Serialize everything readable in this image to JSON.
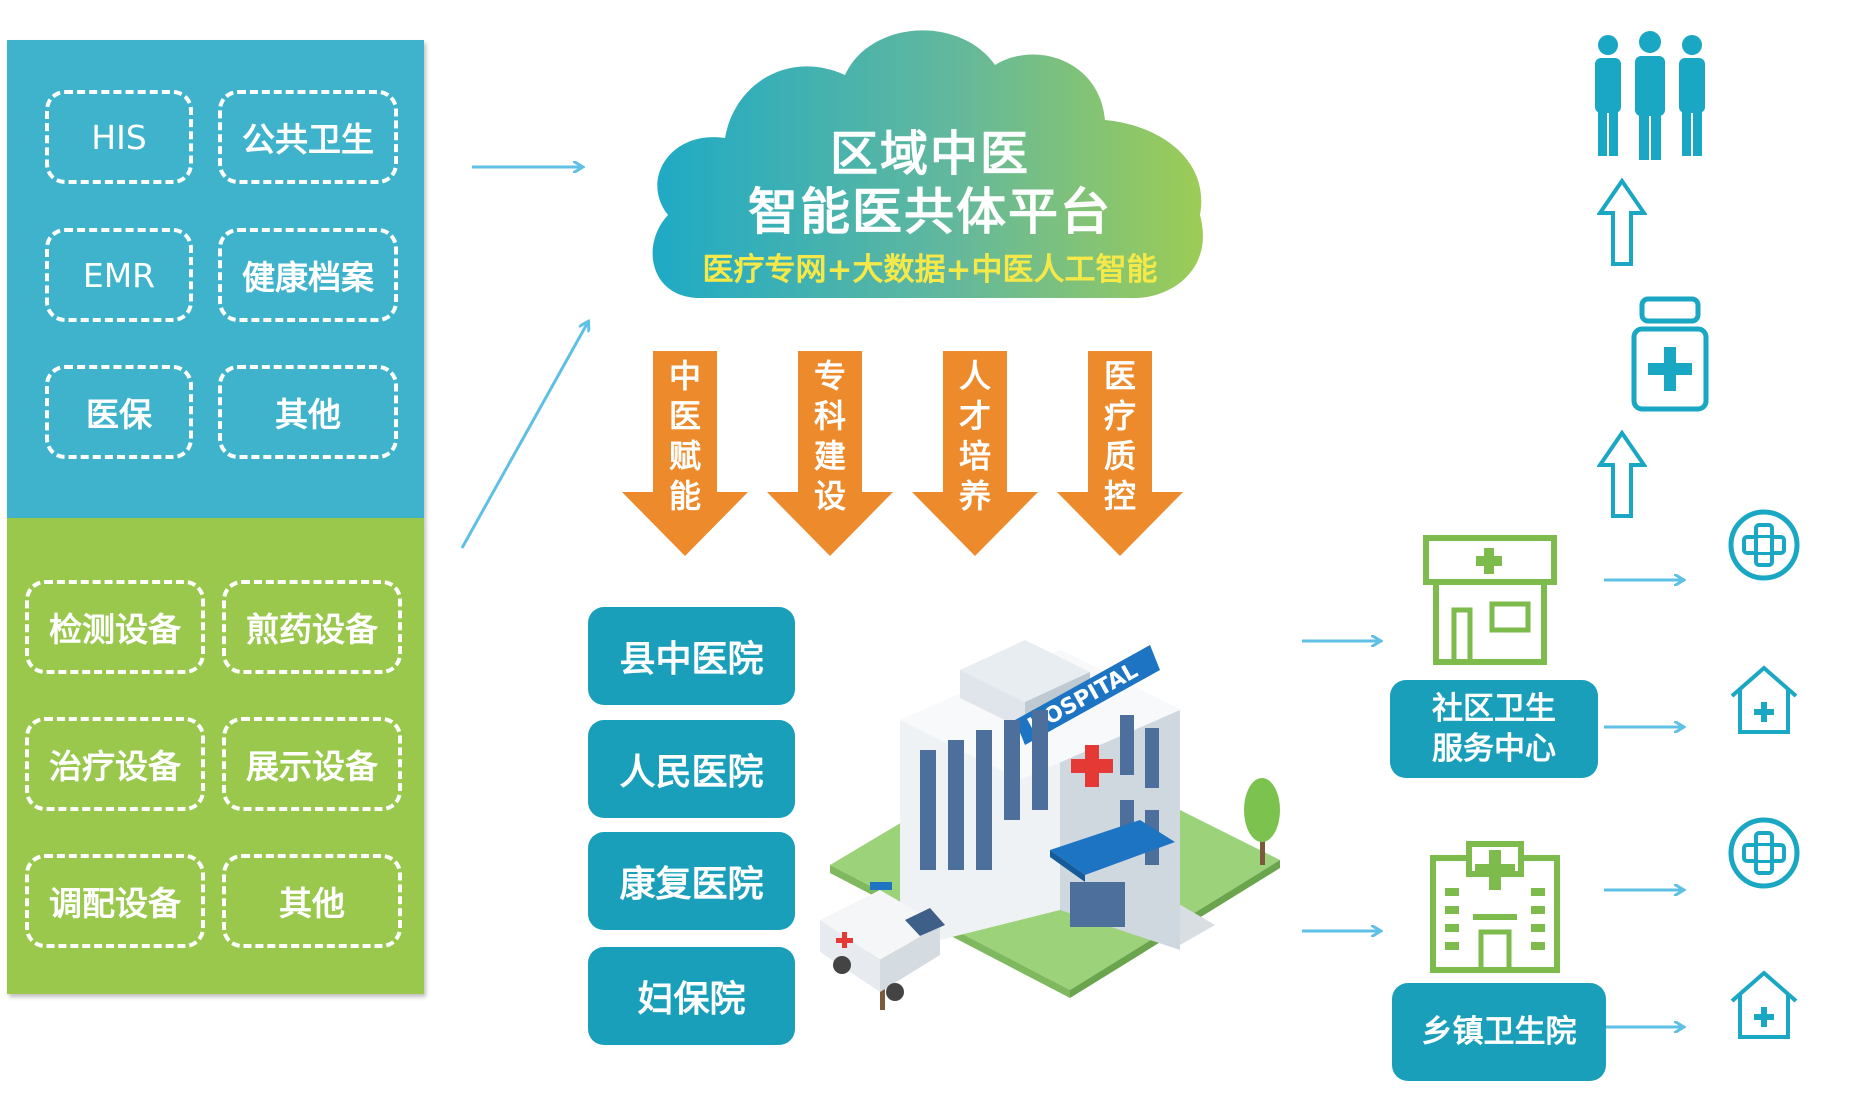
{
  "data_sources": {
    "systems": [
      "HIS",
      "公共卫生",
      "EMR",
      "健康档案",
      "医保",
      "其他"
    ],
    "devices": [
      "检测设备",
      "煎药设备",
      "治疗设备",
      "展示设备",
      "调配设备",
      "其他"
    ]
  },
  "platform": {
    "line1": "区域中医",
    "line2": "智能医共体平台",
    "tagline": "医疗专网+大数据+中医人工智能"
  },
  "capabilities": [
    "中医赋能",
    "专科建设",
    "人才培养",
    "医疗质控"
  ],
  "hospitals": [
    "县中医院",
    "人民医院",
    "康复医院",
    "妇保院"
  ],
  "building_sign": "HOSPITAL",
  "community_center": {
    "line1": "社区卫生",
    "line2": "服务中心"
  },
  "township_hospital": "乡镇卫生院",
  "colors": {
    "panel_blue": "#3fb3cb",
    "panel_green": "#99c84d",
    "label_blue": "#1a9fbb",
    "arrow_orange": "#ec8a2c",
    "connector_blue": "#5fc0e6",
    "icon_teal": "#1aa7c4",
    "icon_green": "#7dbb4d"
  }
}
